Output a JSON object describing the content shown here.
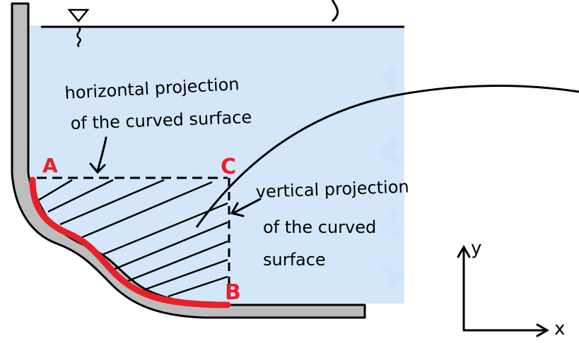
{
  "labels": {
    "horizontal_line1": "horizontal projection",
    "horizontal_line2": "of the curved surface",
    "vertical_line1": "vertical projection",
    "vertical_line2": "of the curved",
    "vertical_line3": "surface",
    "point_a": "A",
    "point_b": "B",
    "point_c": "C",
    "axis_y": "y",
    "axis_x": "x"
  },
  "colors": {
    "water": "#cfe3f8",
    "wall": "#bdbdbd",
    "curved_surface": "#e8202a",
    "point_label": "#e8202a",
    "ink": "#000000"
  },
  "icons": {
    "free_surface": "inverted-triangle-water-level-icon"
  }
}
